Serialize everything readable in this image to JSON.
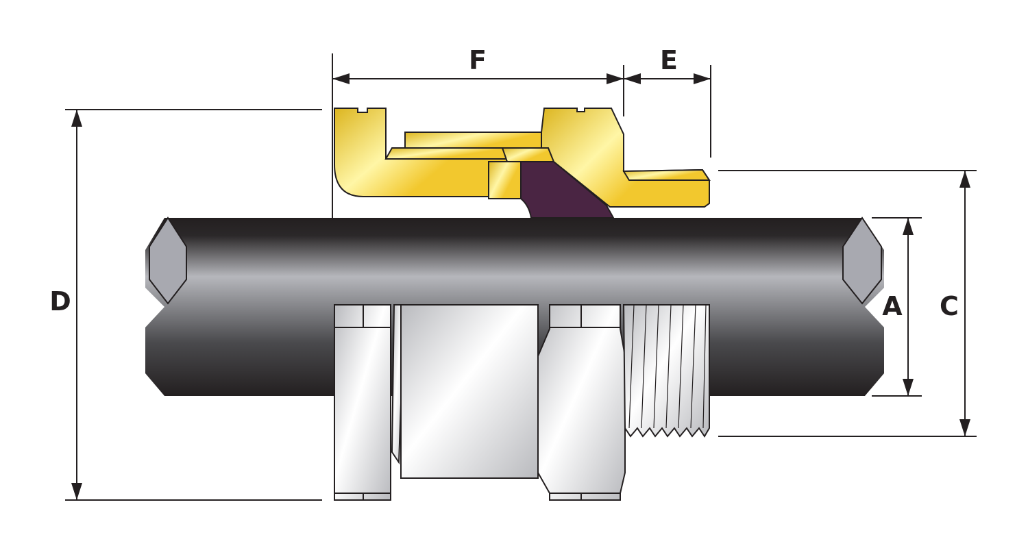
{
  "labels": {
    "F": "F",
    "E": "E",
    "D": "D",
    "A": "A",
    "C": "C"
  },
  "colors": {
    "brass": "#f2c82e",
    "seal": "#4a2543",
    "cable": "#231f20",
    "steel": "#d6d7da",
    "outline": "#231f20"
  }
}
